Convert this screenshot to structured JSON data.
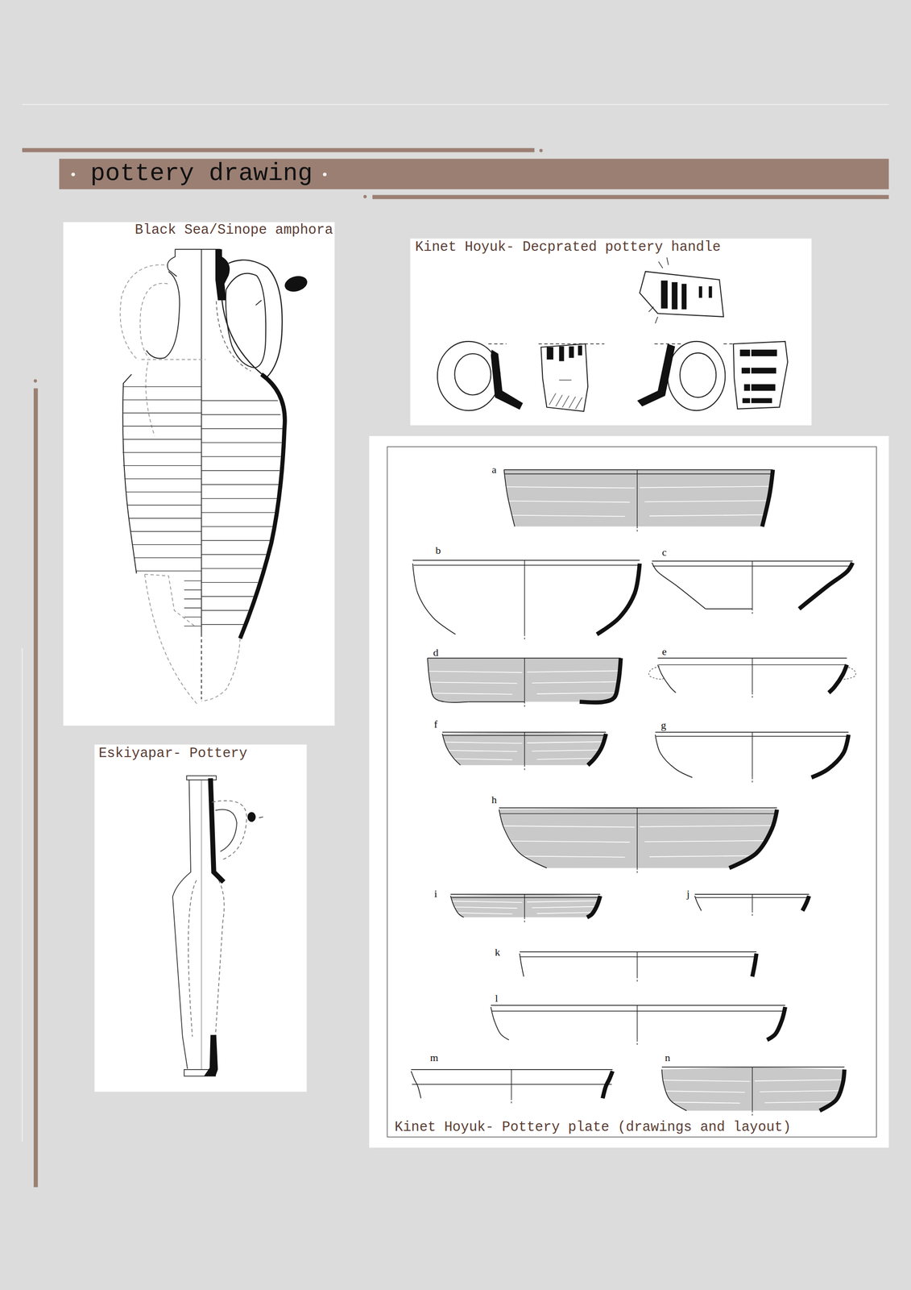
{
  "diagram": {
    "title": "pottery drawing",
    "nodes": [
      {
        "text": [
          "Black Sea/Sinope amphora"
        ]
      },
      {
        "text": [
          "Kinet Hoyuk- Decprated pottery handle"
        ]
      },
      {
        "text": [
          "Kinet Hoyuk- Pottery plate (drawings and layout)"
        ]
      },
      {
        "text": [
          "Eskiyapar- Pottery"
        ]
      }
    ],
    "labels": [
      "a",
      "b",
      "c",
      "d",
      "e",
      "f",
      "g",
      "h",
      "i",
      "j",
      "k",
      "l",
      "m",
      "n"
    ]
  }
}
